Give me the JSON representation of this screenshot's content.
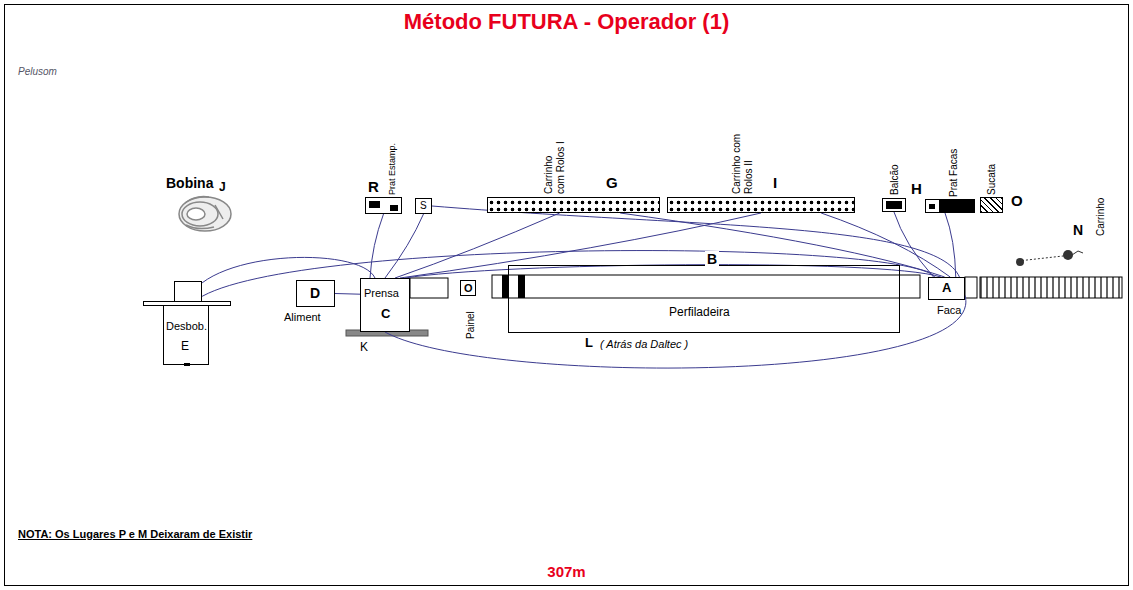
{
  "diagram": {
    "title": "Método FUTURA - Operador (1)",
    "caption": "307m",
    "nodes": [
      {
        "text": [
          "Desbob.",
          "E"
        ]
      },
      {
        "text": [
          "D",
          "Aliment"
        ]
      },
      {
        "text": [
          "Prensa",
          "C"
        ]
      },
      {
        "text": [
          "O",
          "Painel"
        ]
      },
      {
        "text": [
          "Perfiladeira"
        ]
      },
      {
        "text": [
          "A",
          "Faca"
        ]
      },
      {
        "text": [
          "R",
          "Prat Estamp."
        ]
      },
      {
        "text": [
          "S"
        ]
      },
      {
        "text": [
          "Carrinho com Rolos I",
          "G"
        ]
      },
      {
        "text": [
          "Carrinho com Rolos II",
          "I"
        ]
      },
      {
        "text": [
          "Balcão"
        ]
      },
      {
        "text": [
          "H",
          "Prat Facas"
        ]
      },
      {
        "text": [
          "Sucata",
          "O"
        ]
      }
    ],
    "edges": [
      {
        "from": 0,
        "to": 2,
        "arrow": "none"
      },
      {
        "from": 0,
        "to": 5,
        "arrow": "none"
      },
      {
        "from": 1,
        "to": 2,
        "arrow": "none"
      },
      {
        "from": 2,
        "to": 6,
        "arrow": "none"
      },
      {
        "from": 2,
        "to": 7,
        "arrow": "none"
      },
      {
        "from": 2,
        "to": 8,
        "arrow": "none"
      },
      {
        "from": 2,
        "to": 9,
        "arrow": "none"
      },
      {
        "from": 2,
        "to": 5,
        "arrow": "none"
      },
      {
        "from": 2,
        "to": 5,
        "arrow": "none"
      },
      {
        "from": 8,
        "to": 5,
        "arrow": "none"
      },
      {
        "from": 9,
        "to": 5,
        "arrow": "none"
      },
      {
        "from": 5,
        "to": 11,
        "arrow": "none"
      },
      {
        "from": 5,
        "to": 10,
        "arrow": "none"
      },
      {
        "from": 7,
        "to": 5,
        "arrow": "none"
      }
    ],
    "labels": [
      "Pelusom",
      "Bobina",
      "J",
      "K",
      "B",
      "L",
      "( Atrás da Daltec )",
      "N",
      "Carrinho",
      "NOTA: Os Lugares P e M Deixaram de Existir"
    ]
  }
}
